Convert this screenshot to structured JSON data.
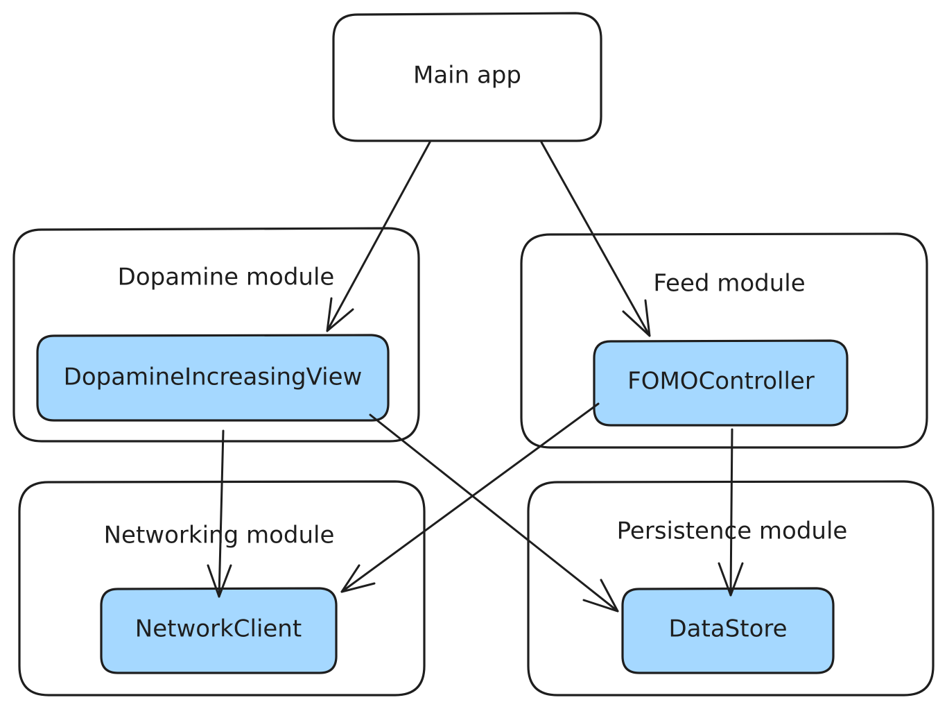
{
  "diagram": {
    "main": {
      "label": "Main app"
    },
    "modules": {
      "dopamine": "Dopamine module",
      "feed": "Feed module",
      "networking": "Networking module",
      "persistence": "Persistence module"
    },
    "components": {
      "dopamine_view": "DopamineIncreasingView",
      "fomo_controller": "FOMOController",
      "network_client": "NetworkClient",
      "data_store": "DataStore"
    },
    "edges": [
      {
        "from": "Main app",
        "to": "DopamineIncreasingView"
      },
      {
        "from": "Main app",
        "to": "FOMOController"
      },
      {
        "from": "DopamineIncreasingView",
        "to": "NetworkClient"
      },
      {
        "from": "DopamineIncreasingView",
        "to": "DataStore"
      },
      {
        "from": "FOMOController",
        "to": "NetworkClient"
      },
      {
        "from": "FOMOController",
        "to": "DataStore"
      }
    ],
    "colors": {
      "stroke": "#1e1e1e",
      "component_fill": "#a5d8ff",
      "background": "#ffffff"
    }
  }
}
